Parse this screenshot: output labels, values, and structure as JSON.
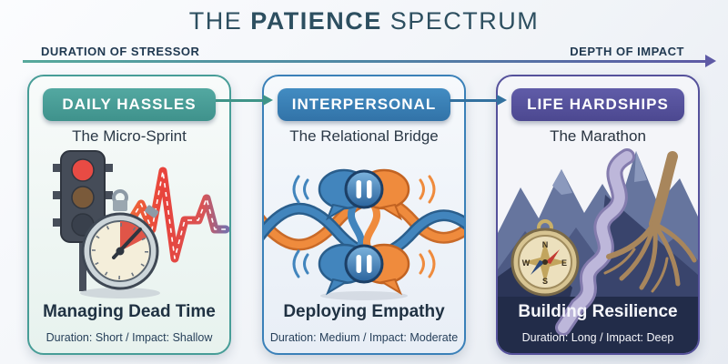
{
  "page": {
    "title_pre": "THE",
    "title_bold": "PATIENCE",
    "title_post": "SPECTRUM"
  },
  "axis": {
    "left_label": "DURATION OF STRESSOR",
    "right_label": "DEPTH OF IMPACT",
    "gradient_start_color": "#57a99c",
    "gradient_end_color": "#5e5aa5"
  },
  "cards": [
    {
      "header": "DAILY HASSLES",
      "subtitle": "The Micro-Sprint",
      "title": "Managing Dead Time",
      "meta": "Duration: Short / Impact: Shallow",
      "accent_color": "#479d97",
      "illustration": "traffic light, stopwatch, spiky road line"
    },
    {
      "header": "INTERPERSONAL",
      "subtitle": "The Relational Bridge",
      "title": "Deploying Empathy",
      "meta": "Duration: Medium / Impact: Moderate",
      "accent_color": "#3a80b8",
      "illustration": "speech bubbles with pause buttons over intertwined ropes"
    },
    {
      "header": "LIFE HARDSHIPS",
      "subtitle": "The Marathon",
      "title": "Building Resilience",
      "meta": "Duration: Long / Impact: Deep",
      "accent_color": "#55519b",
      "illustration": "mountains with winding path, compass, tree roots"
    }
  ],
  "compass": {
    "n": "N",
    "e": "E",
    "s": "S",
    "w": "W"
  }
}
